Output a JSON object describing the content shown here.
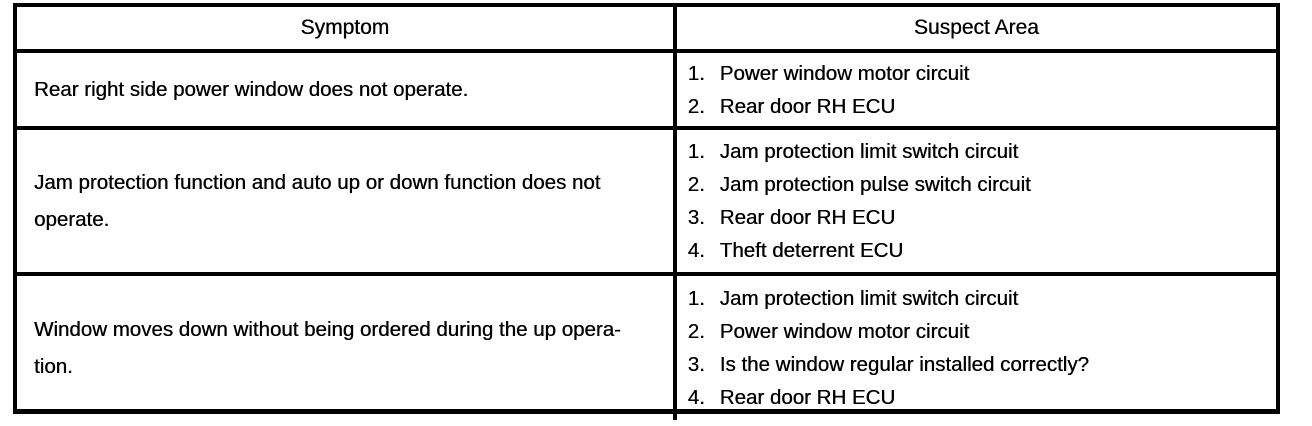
{
  "table": {
    "headers": {
      "symptom": "Symptom",
      "suspect_area": "Suspect Area"
    },
    "rows": [
      {
        "symptom": "Rear right side power window does not operate.",
        "suspects": [
          {
            "num": "1.",
            "label": "Power window motor circuit"
          },
          {
            "num": "2.",
            "label": "Rear door RH ECU"
          }
        ]
      },
      {
        "symptom": "Jam protection function and auto up or down function does not\noperate.",
        "suspects": [
          {
            "num": "1.",
            "label": "Jam protection limit switch circuit"
          },
          {
            "num": "2.",
            "label": "Jam protection pulse switch circuit"
          },
          {
            "num": "3.",
            "label": "Rear door RH ECU"
          },
          {
            "num": "4.",
            "label": "Theft deterrent ECU"
          }
        ]
      },
      {
        "symptom": "Window moves down without being ordered during the up opera-\ntion.",
        "suspects": [
          {
            "num": "1.",
            "label": "Jam protection limit switch circuit"
          },
          {
            "num": "2.",
            "label": "Power window motor circuit"
          },
          {
            "num": "3.",
            "label": "Is the window regular installed correctly?"
          },
          {
            "num": "4.",
            "label": "Rear door RH ECU"
          }
        ]
      }
    ],
    "colors": {
      "border": "#000000",
      "background": "#ffffff",
      "text": "#000000"
    }
  }
}
